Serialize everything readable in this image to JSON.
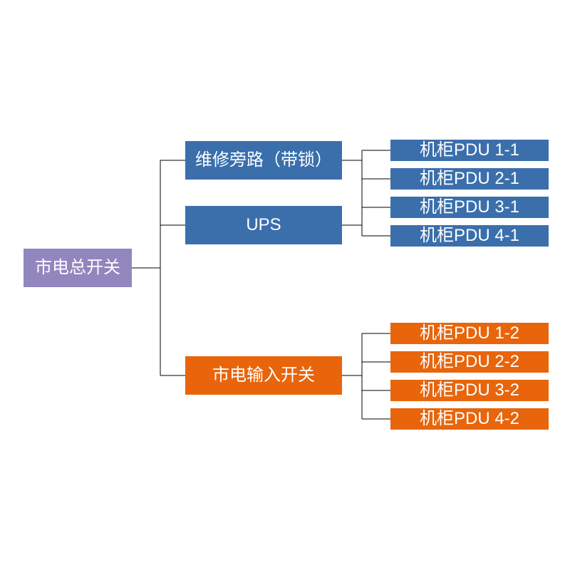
{
  "colors": {
    "root_purple": "#9186BE",
    "primary_blue": "#3A6FAC",
    "accent_orange": "#E8650C",
    "connector_line": "#000000",
    "node_text": "#FFFFFF",
    "background": "#FFFFFF"
  },
  "diagram": {
    "type": "tree",
    "root": {
      "label": "市电总开关"
    },
    "branches": [
      {
        "id": "maintenance-bypass",
        "label": "维修旁路（带锁）"
      },
      {
        "id": "ups",
        "label": "UPS"
      },
      {
        "id": "mains-input-switch",
        "label": "市电输入开关"
      }
    ],
    "pdu_group_1": {
      "items": [
        {
          "label": "机柜PDU 1-1"
        },
        {
          "label": "机柜PDU 2-1"
        },
        {
          "label": "机柜PDU 3-1"
        },
        {
          "label": "机柜PDU 4-1"
        }
      ]
    },
    "pdu_group_2": {
      "items": [
        {
          "label": "机柜PDU 1-2"
        },
        {
          "label": "机柜PDU 2-2"
        },
        {
          "label": "机柜PDU 3-2"
        },
        {
          "label": "机柜PDU 4-2"
        }
      ]
    }
  }
}
